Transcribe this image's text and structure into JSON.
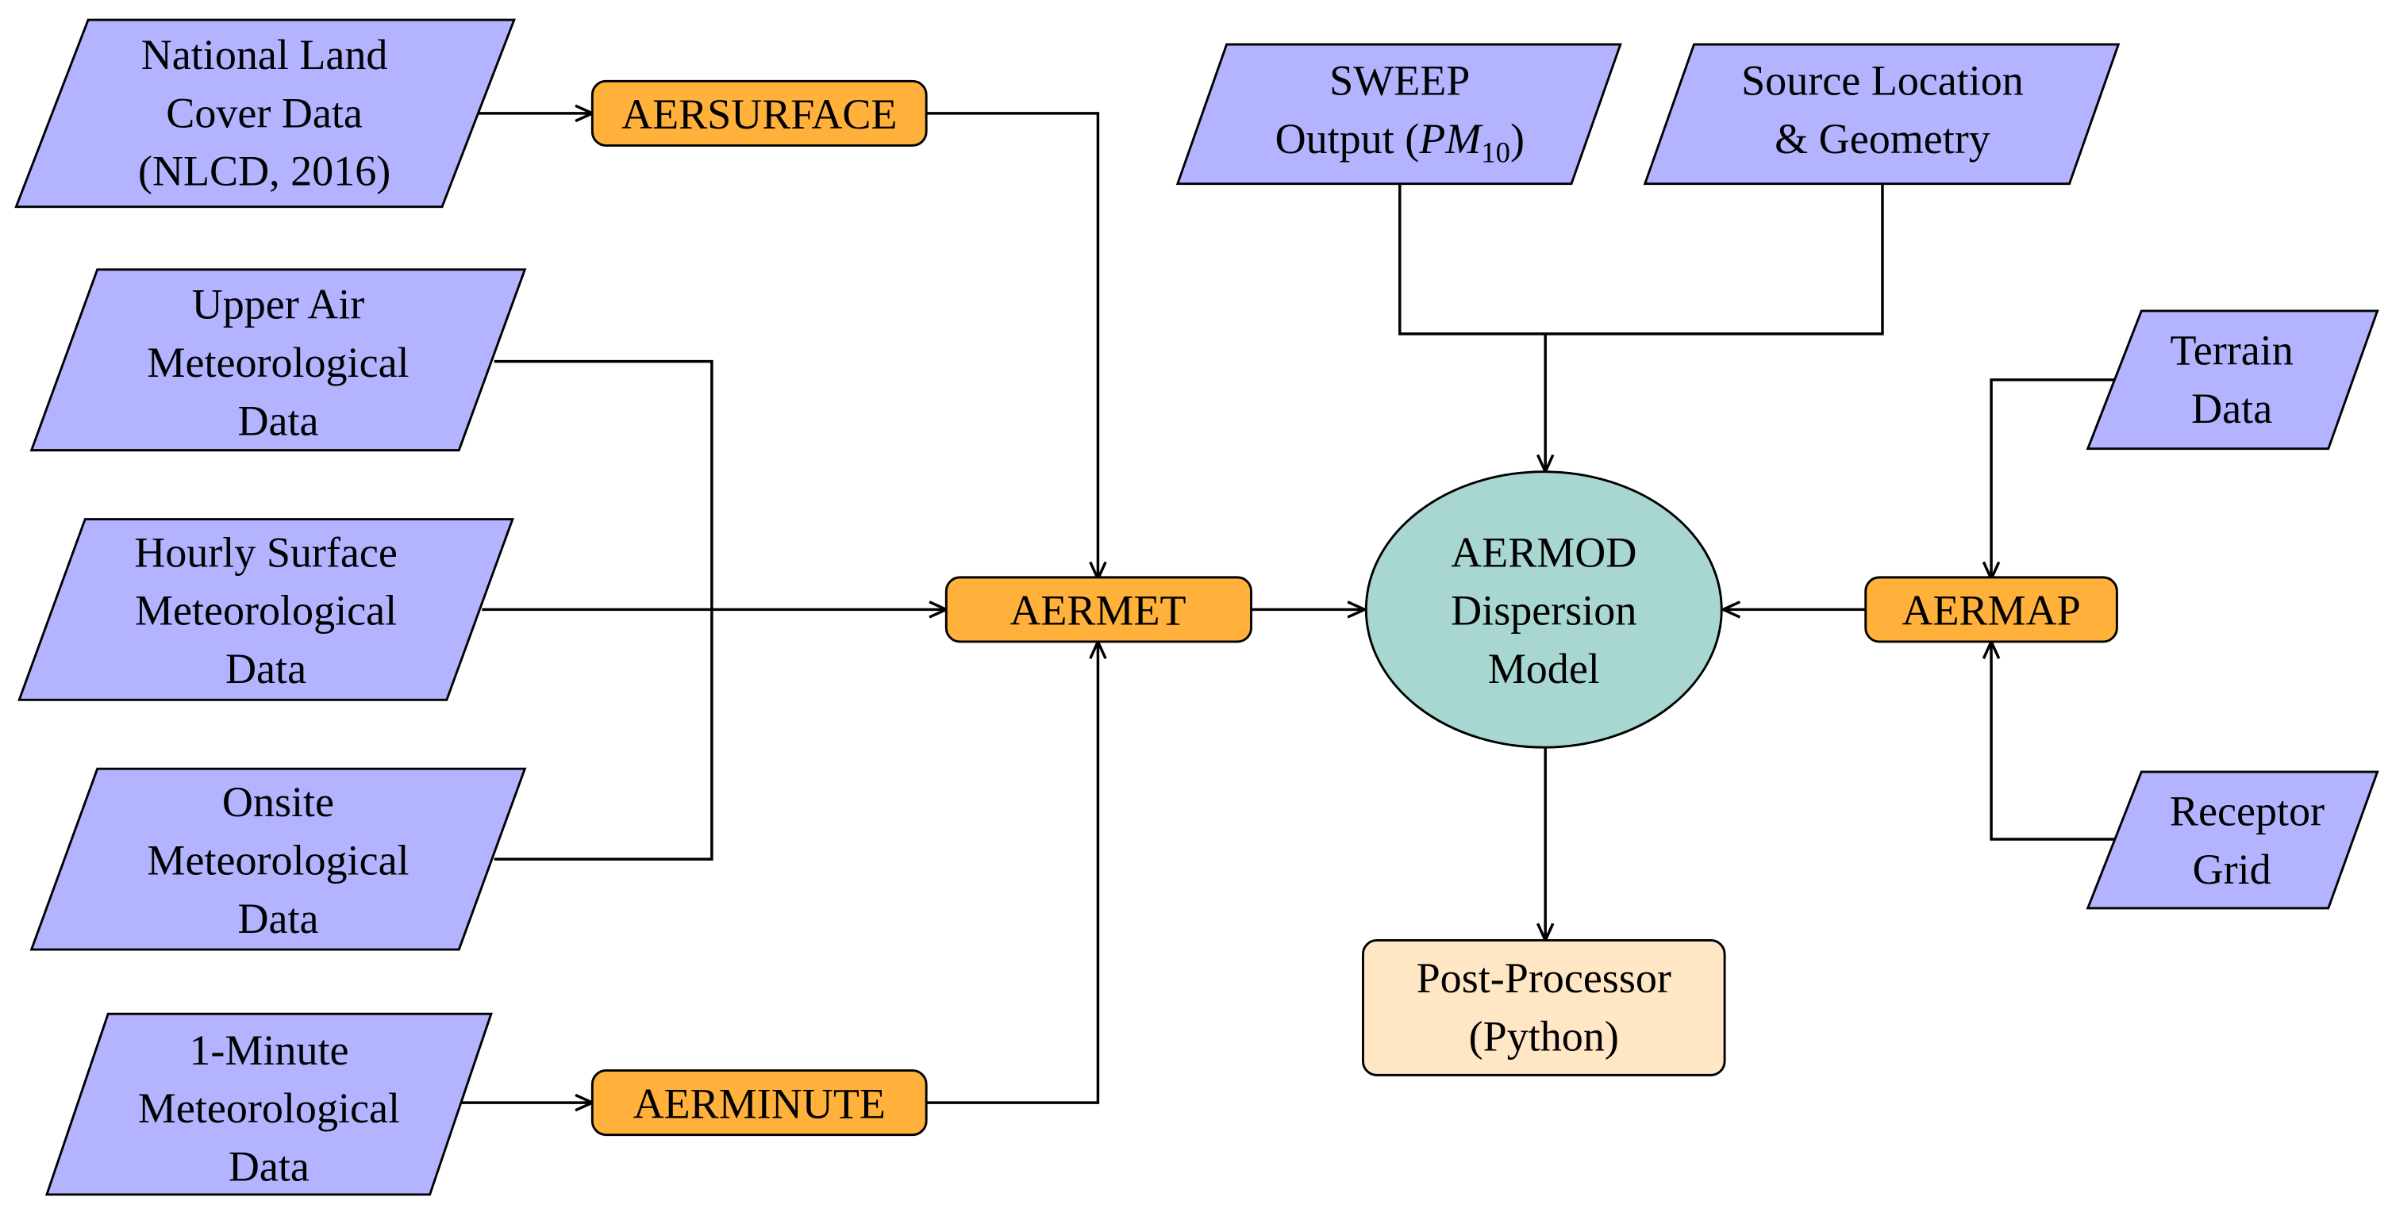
{
  "inputs": {
    "nlcd": [
      "National Land",
      "Cover Data",
      "(NLCD, 2016)"
    ],
    "upper_air": [
      "Upper Air",
      "Meteorological",
      "Data"
    ],
    "hourly_surface": [
      "Hourly Surface",
      "Meteorological",
      "Data"
    ],
    "onsite": [
      "Onsite",
      "Meteorological",
      "Data"
    ],
    "one_minute": [
      "1-Minute",
      "Meteorological",
      "Data"
    ],
    "sweep": {
      "line1": "SWEEP",
      "line2_prefix": "Output (",
      "line2_math": "PM",
      "line2_subscript": "10",
      "line2_suffix": ")"
    },
    "source": [
      "Source Location",
      "& Geometry"
    ],
    "terrain": [
      "Terrain",
      "Data"
    ],
    "receptor": [
      "Receptor",
      "Grid"
    ]
  },
  "processors": {
    "aersurface": "AERSURFACE",
    "aermet": "AERMET",
    "aerminute": "AERMINUTE",
    "aermap": "AERMAP"
  },
  "model": [
    "AERMOD",
    "Dispersion",
    "Model"
  ],
  "post_processor": [
    "Post-Processor",
    "(Python)"
  ],
  "colors": {
    "input_fill": "#b3b3ff",
    "processor_fill": "#ffb13b",
    "model_fill": "#a8d7d2",
    "post_fill": "#ffe6c5"
  }
}
